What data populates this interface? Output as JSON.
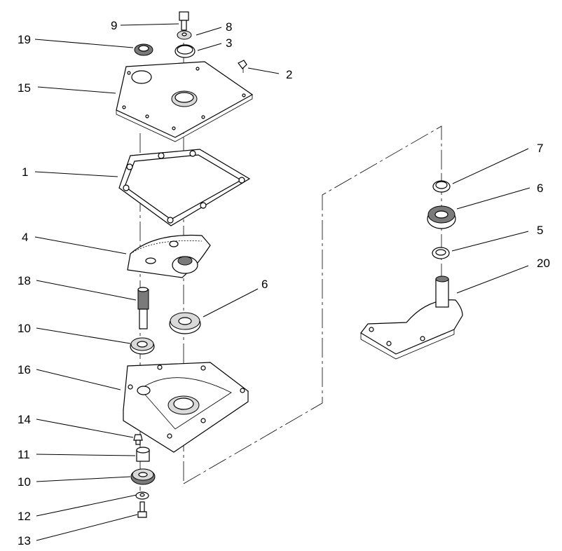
{
  "callouts": {
    "c9": "9",
    "c8": "8",
    "c3": "3",
    "c19": "19",
    "c2": "2",
    "c15": "15",
    "c1": "1",
    "c4": "4",
    "c18": "18",
    "c6a": "6",
    "c10a": "10",
    "c16": "16",
    "c14": "14",
    "c11": "11",
    "c10b": "10",
    "c12": "12",
    "c13": "13",
    "c7": "7",
    "c6b": "6",
    "c5": "5",
    "c20": "20"
  }
}
